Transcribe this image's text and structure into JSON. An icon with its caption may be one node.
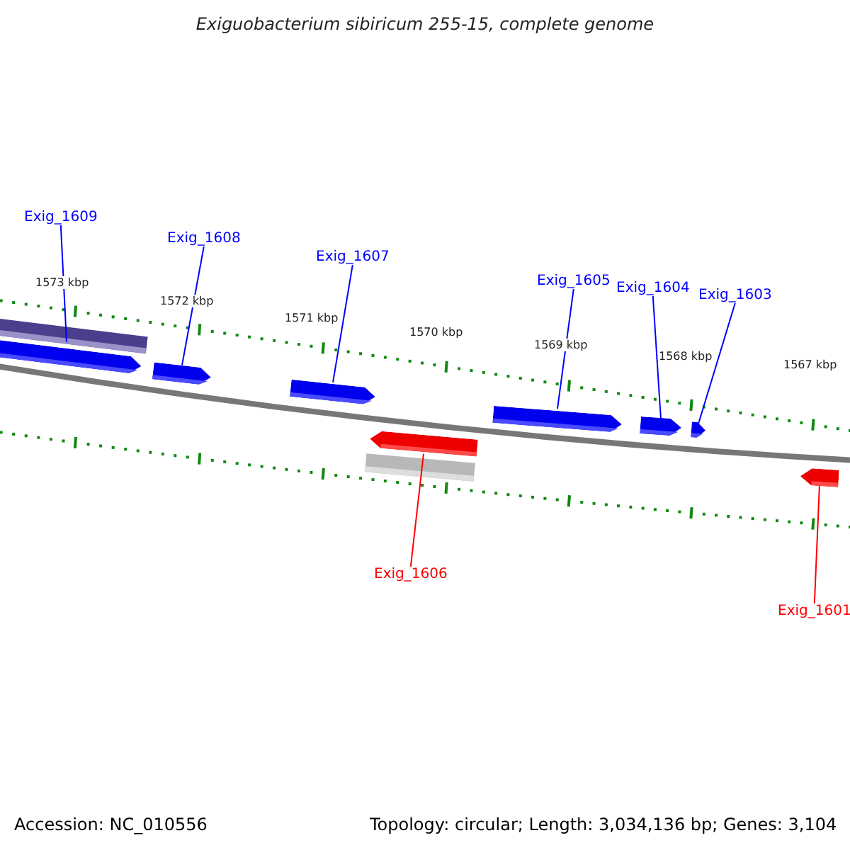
{
  "diagram": {
    "title": "Exiguobacterium sibiricum 255-15, complete genome",
    "nodes": [
      {
        "text": [
          "Exig_1609"
        ]
      },
      {
        "text": [
          "Exig_1608"
        ]
      },
      {
        "text": [
          "Exig_1607"
        ]
      },
      {
        "text": [
          "Exig_1605"
        ]
      },
      {
        "text": [
          "Exig_1604"
        ]
      },
      {
        "text": [
          "Exig_1603"
        ]
      },
      {
        "text": [
          "Exig_1606"
        ]
      },
      {
        "text": [
          "Exig_1601"
        ]
      },
      {
        "text": [],
        "shape": "arrow"
      },
      {
        "text": [],
        "shape": "arrow"
      },
      {
        "text": [],
        "shape": "arrow"
      },
      {
        "text": [],
        "shape": "arrow"
      },
      {
        "text": [],
        "shape": "arrow"
      },
      {
        "text": [],
        "shape": "arrow"
      },
      {
        "text": [],
        "shape": "arrow"
      },
      {
        "text": [],
        "shape": "arrow"
      }
    ],
    "edges": [
      {
        "from": 0,
        "to": 8,
        "arrow": "none"
      },
      {
        "from": 1,
        "to": 9,
        "arrow": "none"
      },
      {
        "from": 2,
        "to": 10,
        "arrow": "none"
      },
      {
        "from": 3,
        "to": 11,
        "arrow": "none"
      },
      {
        "from": 4,
        "to": 12,
        "arrow": "none"
      },
      {
        "from": 5,
        "to": 13,
        "arrow": "none"
      },
      {
        "from": 6,
        "to": 14,
        "arrow": "none",
        "color": "#ff0000"
      },
      {
        "from": 7,
        "to": 15,
        "arrow": "none",
        "color": "#ff0000"
      }
    ],
    "labels": [
      "1573 kbp",
      "1572 kbp",
      "1571 kbp",
      "1570 kbp",
      "1569 kbp",
      "1568 kbp",
      "1567 kbp",
      "Accession: NC_010556",
      "Topology: circular; Length: 3,034,136 bp; Genes: 3,104"
    ]
  }
}
